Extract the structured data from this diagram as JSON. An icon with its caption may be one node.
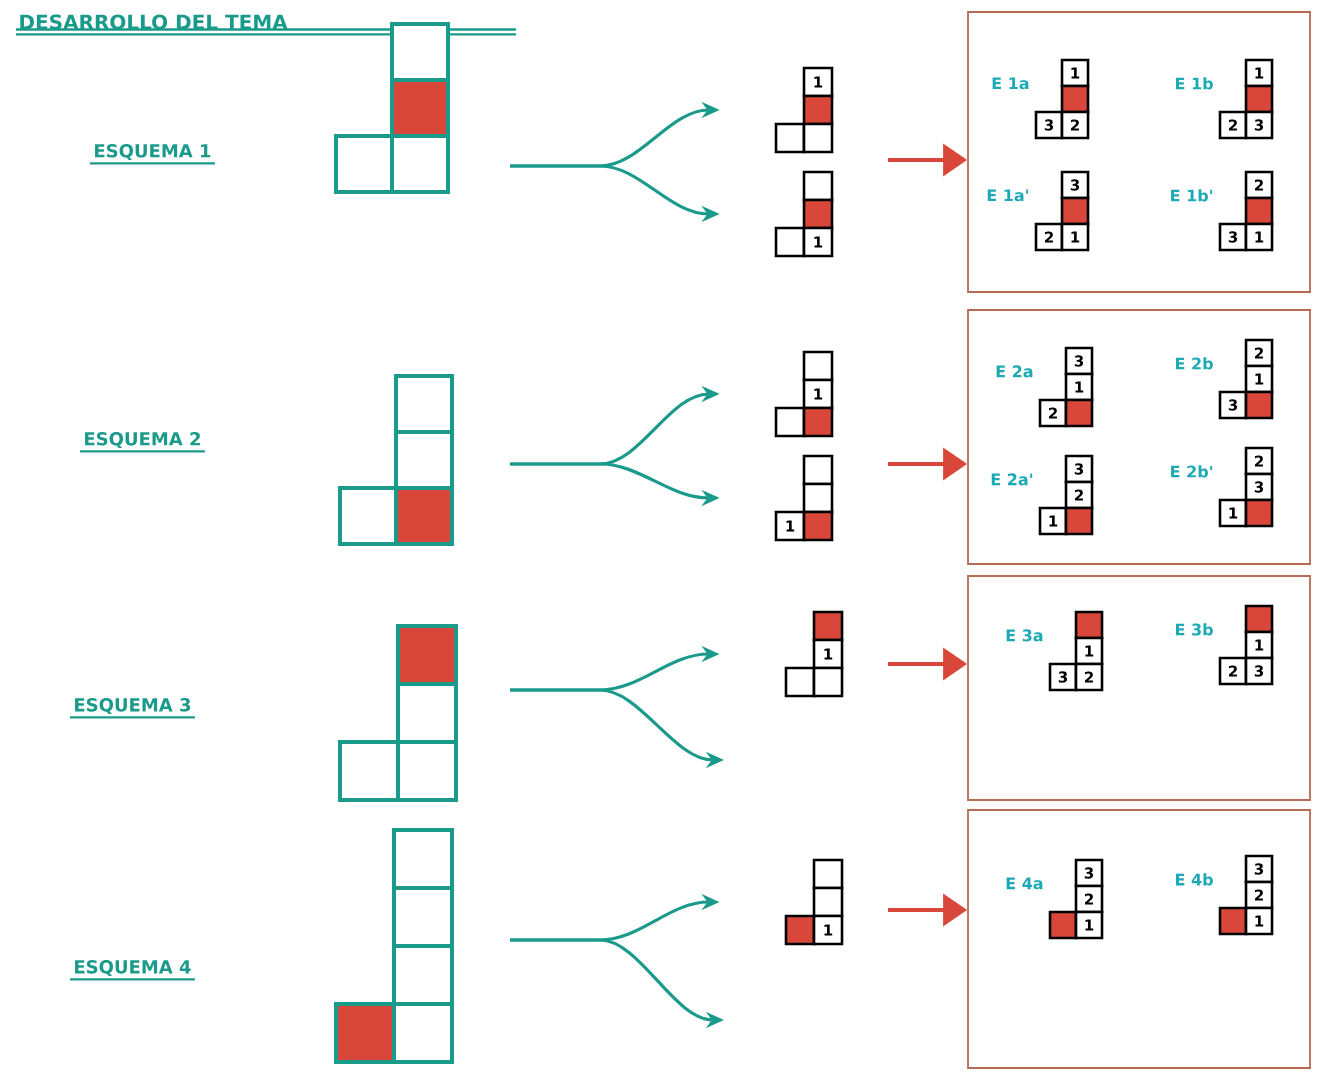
{
  "diagram": {
    "title": "DESARROLLO DEL TEMA",
    "nodes": [
      {
        "text": [],
        "shape": "grid"
      },
      {
        "text": [
          "1"
        ]
      },
      {
        "text": [
          "1"
        ]
      },
      {
        "text": [],
        "shape": "box"
      },
      {
        "text": [
          "1",
          "3",
          "2"
        ],
        "in": 3
      },
      {
        "text": [
          "1",
          "2",
          "3"
        ],
        "in": 3
      },
      {
        "text": [
          "3",
          "2",
          "1"
        ],
        "in": 3
      },
      {
        "text": [
          "2",
          "3",
          "1"
        ],
        "in": 3
      },
      {
        "text": [],
        "shape": "grid"
      },
      {
        "text": [
          "1"
        ]
      },
      {
        "text": [
          "1"
        ]
      },
      {
        "text": [],
        "shape": "box"
      },
      {
        "text": [
          "3",
          "1",
          "2"
        ],
        "in": 11
      },
      {
        "text": [
          "2",
          "1",
          "3"
        ],
        "in": 11
      },
      {
        "text": [
          "3",
          "2",
          "1"
        ],
        "in": 11
      },
      {
        "text": [
          "2",
          "3",
          "1"
        ],
        "in": 11
      },
      {
        "text": [],
        "shape": "grid"
      },
      {
        "text": [
          "1"
        ]
      },
      {
        "text": [],
        "shape": "box"
      },
      {
        "text": [
          "1",
          "3",
          "2"
        ],
        "in": 18
      },
      {
        "text": [
          "1",
          "2",
          "3"
        ],
        "in": 18
      },
      {
        "text": [],
        "shape": "grid"
      },
      {
        "text": [
          "1"
        ]
      },
      {
        "text": [],
        "shape": "box"
      },
      {
        "text": [
          "3",
          "2",
          "1"
        ],
        "in": 23
      },
      {
        "text": [
          "3",
          "2",
          "1"
        ],
        "in": 23
      }
    ],
    "edges": [
      {
        "from": 0,
        "to": 1,
        "arrow": "to"
      },
      {
        "from": 0,
        "to": 2,
        "arrow": "to"
      },
      {
        "from": null,
        "to": 3,
        "arrow": "to",
        "color": "#d9473a"
      },
      {
        "from": 8,
        "to": 9,
        "arrow": "to"
      },
      {
        "from": 8,
        "to": 10,
        "arrow": "to"
      },
      {
        "from": null,
        "to": 11,
        "arrow": "to",
        "color": "#d9473a"
      },
      {
        "from": 16,
        "to": 17,
        "arrow": "to"
      },
      {
        "from": 16,
        "to": null,
        "arrow": "to"
      },
      {
        "from": null,
        "to": 18,
        "arrow": "to",
        "color": "#d9473a"
      },
      {
        "from": 21,
        "to": 22,
        "arrow": "to"
      },
      {
        "from": 21,
        "to": null,
        "arrow": "to"
      },
      {
        "from": null,
        "to": 23,
        "arrow": "to",
        "color": "#d9473a"
      }
    ],
    "labels": [
      "ESQUEMA 1",
      "E 1a",
      "E 1b",
      "E 1a'",
      "E 1b'",
      "ESQUEMA 2",
      "E 2a",
      "E 2b",
      "E 2a'",
      "E 2b'",
      "ESQUEMA 3",
      "E 3a",
      "E 3b",
      "ESQUEMA 4",
      "E 4a",
      "E 4b"
    ]
  }
}
